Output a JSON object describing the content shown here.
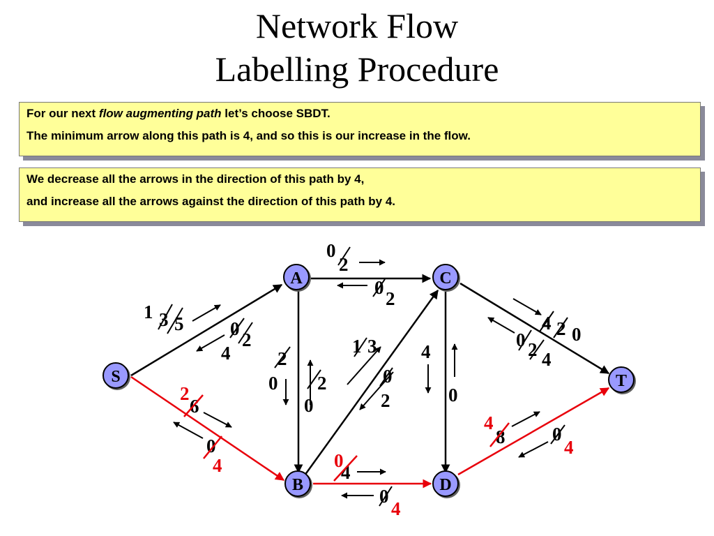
{
  "title": {
    "line1": "Network Flow",
    "line2": "Labelling Procedure"
  },
  "note1": {
    "prefix": "For our next ",
    "emphasis": "flow augmenting path",
    "suffix": " let’s choose SBDT.",
    "line2": "The minimum arrow along this path is 4, and so this is our increase in the flow."
  },
  "note2": {
    "line1": "We decrease all the arrows in the direction of this path by 4,",
    "line2": "and increase all the arrows against the direction of this path by 4."
  },
  "colors": {
    "node_fill": "#9999ff",
    "path": "#e8000b",
    "note_bg": "#ffff99"
  },
  "nodes": {
    "S": "S",
    "A": "A",
    "B": "B",
    "C": "C",
    "D": "D",
    "T": "T"
  },
  "augmenting_path": [
    "S",
    "B",
    "D",
    "T"
  ],
  "edges": {
    "SA": {
      "forward": [
        "1",
        "3",
        "5"
      ],
      "backward": [
        "0",
        "4",
        "2"
      ]
    },
    "AC": {
      "forward": [
        "0",
        "2"
      ],
      "backward": [
        "0",
        "2"
      ]
    },
    "AB": {
      "forward": [
        "2",
        "0"
      ],
      "backward": [
        "2",
        "0"
      ]
    },
    "BC": {
      "forward": [
        "1",
        "3"
      ],
      "backward": [
        "0",
        "2"
      ]
    },
    "CD": {
      "forward": [
        "4"
      ],
      "backward": [
        "0"
      ]
    },
    "CT": {
      "forward": [
        "4",
        "2",
        "0"
      ],
      "backward": [
        "0",
        "2",
        "4"
      ]
    },
    "SB": {
      "forward": [
        "2",
        "6"
      ],
      "backward": [
        "0",
        "4"
      ]
    },
    "BD": {
      "forward": [
        "0",
        "4"
      ],
      "backward": [
        "0",
        "4"
      ]
    },
    "DT": {
      "forward": [
        "4",
        "8"
      ],
      "backward": [
        "0",
        "4"
      ]
    }
  }
}
